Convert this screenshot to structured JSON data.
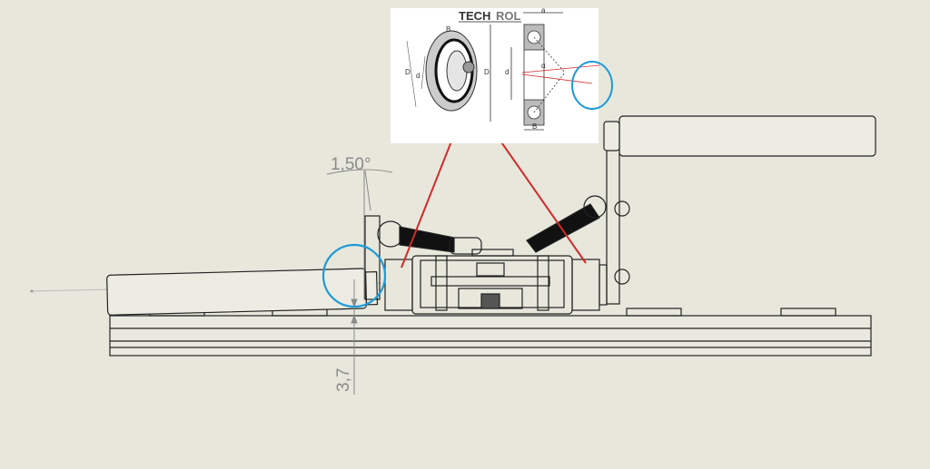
{
  "dimensions": {
    "angle": "1,50°",
    "gap": "3,7"
  },
  "inset": {
    "logo_bold": "TECH",
    "logo_light": "ROL",
    "labels": {
      "a": "a",
      "B_top": "B",
      "D_left": "D",
      "d_left": "d",
      "D_right": "D",
      "d_right": "d",
      "alpha": "α",
      "B_bottom": "B"
    }
  },
  "colors": {
    "background": "#e7e7dc",
    "callout_line": "#d22a2a",
    "highlight_circle": "#1e9bd7",
    "dimension": "#8a8a8a"
  }
}
